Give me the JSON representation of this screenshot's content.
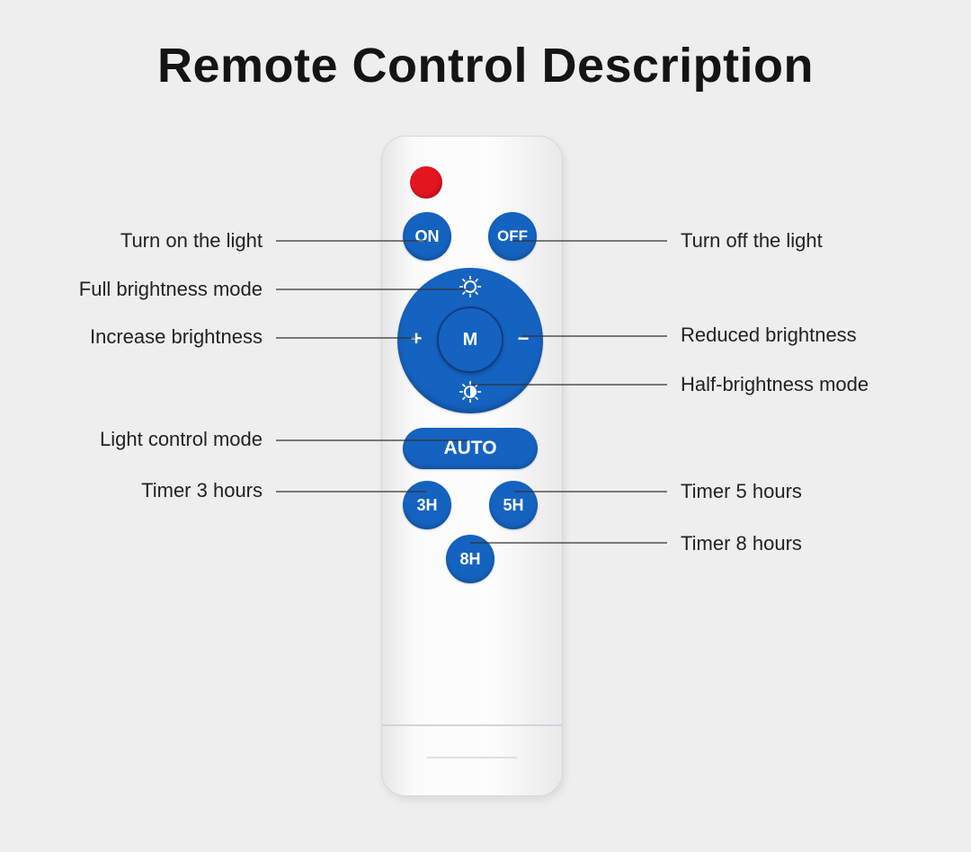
{
  "title": "Remote Control Description",
  "buttons": {
    "on": "ON",
    "off": "OFF",
    "mode": "M",
    "increase": "+",
    "decrease": "−",
    "auto": "AUTO",
    "timer_3h": "3H",
    "timer_5h": "5H",
    "timer_8h": "8H"
  },
  "labels": {
    "turn_on": "Turn on the light",
    "turn_off": "Turn off the light",
    "full_brightness": "Full brightness mode",
    "increase_brightness": "Increase brightness",
    "reduced_brightness": "Reduced brightness",
    "half_brightness": "Half-brightness mode",
    "light_control": "Light control mode",
    "timer_3": "Timer 3 hours",
    "timer_5": "Timer 5 hours",
    "timer_8": "Timer 8 hours"
  },
  "colors": {
    "button_blue": "#1563c0",
    "indicator_red": "#e3151f",
    "remote_body": "#fafafa",
    "background": "#eeeeef"
  },
  "icons": {
    "full_brightness": "sun-full-icon",
    "half_brightness": "sun-half-icon",
    "indicator": "indicator-led"
  }
}
